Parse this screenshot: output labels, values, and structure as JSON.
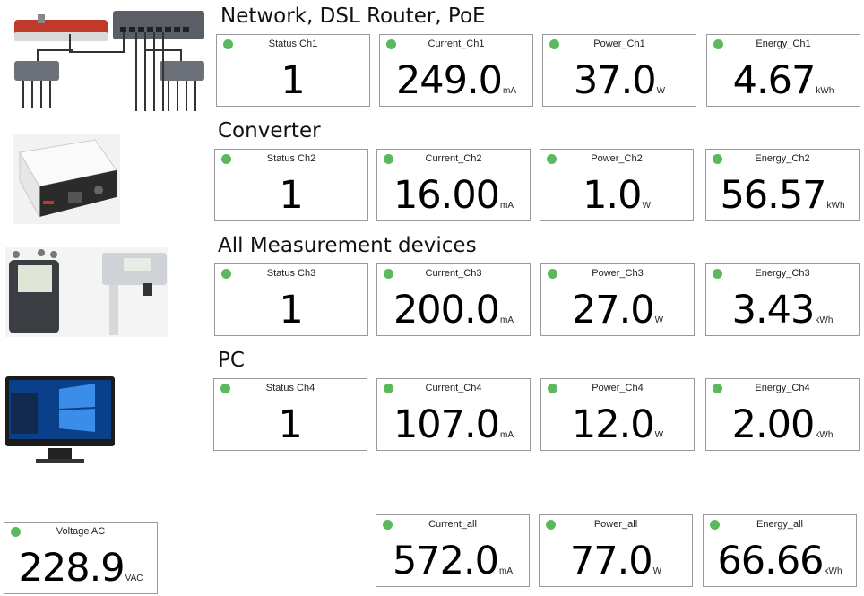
{
  "colors": {
    "status_dot": "#5cb85c",
    "tile_border": "#9a9a9a"
  },
  "groups": [
    {
      "title": "Network, DSL Router, PoE",
      "image": "network-switch-router-icon",
      "tiles": [
        {
          "label": "Status Ch1",
          "value": "1",
          "unit": ""
        },
        {
          "label": "Current_Ch1",
          "value": "249.0",
          "unit": "mA"
        },
        {
          "label": "Power_Ch1",
          "value": "37.0",
          "unit": "W"
        },
        {
          "label": "Energy_Ch1",
          "value": "4.67",
          "unit": "kWh"
        }
      ]
    },
    {
      "title": "Converter",
      "image": "converter-box-icon",
      "tiles": [
        {
          "label": "Status Ch2",
          "value": "1",
          "unit": ""
        },
        {
          "label": "Current_Ch2",
          "value": "16.00",
          "unit": "mA"
        },
        {
          "label": "Power_Ch2",
          "value": "1.0",
          "unit": "W"
        },
        {
          "label": "Energy_Ch2",
          "value": "56.57",
          "unit": "kWh"
        }
      ]
    },
    {
      "title": "All Measurement devices",
      "image": "measurement-devices-icon",
      "tiles": [
        {
          "label": "Status Ch3",
          "value": "1",
          "unit": ""
        },
        {
          "label": "Current_Ch3",
          "value": "200.0",
          "unit": "mA"
        },
        {
          "label": "Power_Ch3",
          "value": "27.0",
          "unit": "W"
        },
        {
          "label": "Energy_Ch3",
          "value": "3.43",
          "unit": "kWh"
        }
      ]
    },
    {
      "title": "PC",
      "image": "pc-monitor-icon",
      "tiles": [
        {
          "label": "Status Ch4",
          "value": "1",
          "unit": ""
        },
        {
          "label": "Current_Ch4",
          "value": "107.0",
          "unit": "mA"
        },
        {
          "label": "Power_Ch4",
          "value": "12.0",
          "unit": "W"
        },
        {
          "label": "Energy_Ch4",
          "value": "2.00",
          "unit": "kWh"
        }
      ]
    }
  ],
  "voltage": {
    "label": "Voltage AC",
    "value": "228.9",
    "unit": "VAC"
  },
  "totals": [
    {
      "label": "Current_all",
      "value": "572.0",
      "unit": "mA"
    },
    {
      "label": "Power_all",
      "value": "77.0",
      "unit": "W"
    },
    {
      "label": "Energy_all",
      "value": "66.66",
      "unit": "kWh"
    }
  ]
}
